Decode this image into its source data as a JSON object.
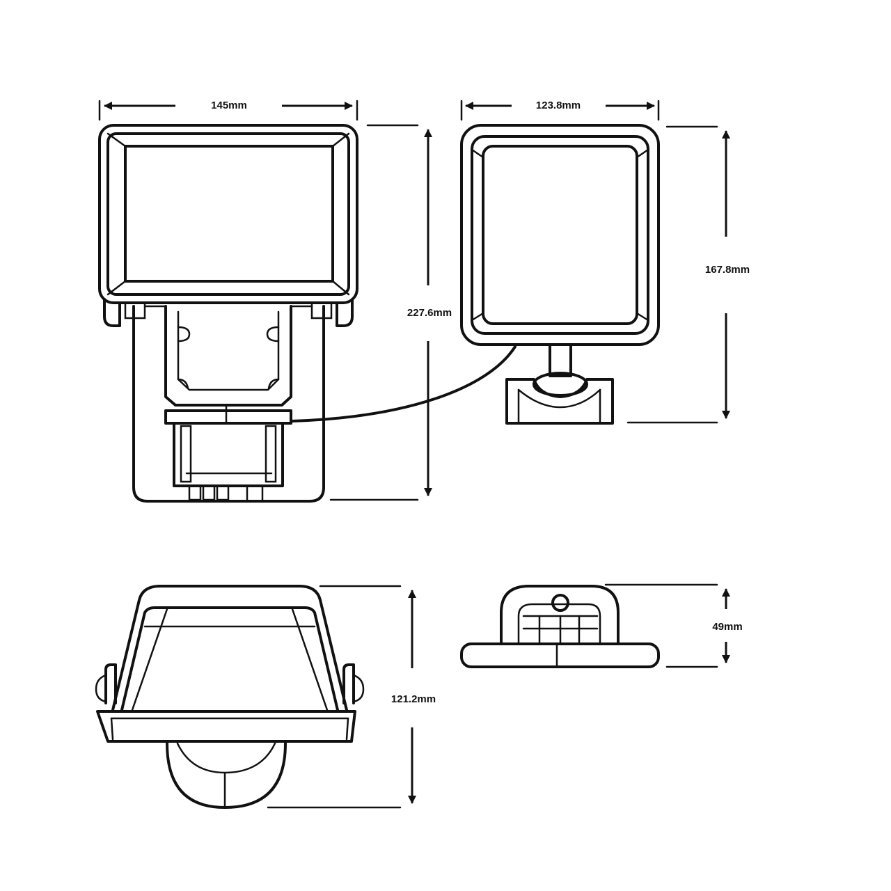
{
  "dimensions": {
    "front_width": "145mm",
    "front_height": "227.6mm",
    "sensor_width": "123.8mm",
    "sensor_height": "167.8mm",
    "side_depth": "121.2mm",
    "sensor_depth": "49mm"
  },
  "colors": {
    "line": "#111111",
    "background": "#ffffff"
  }
}
